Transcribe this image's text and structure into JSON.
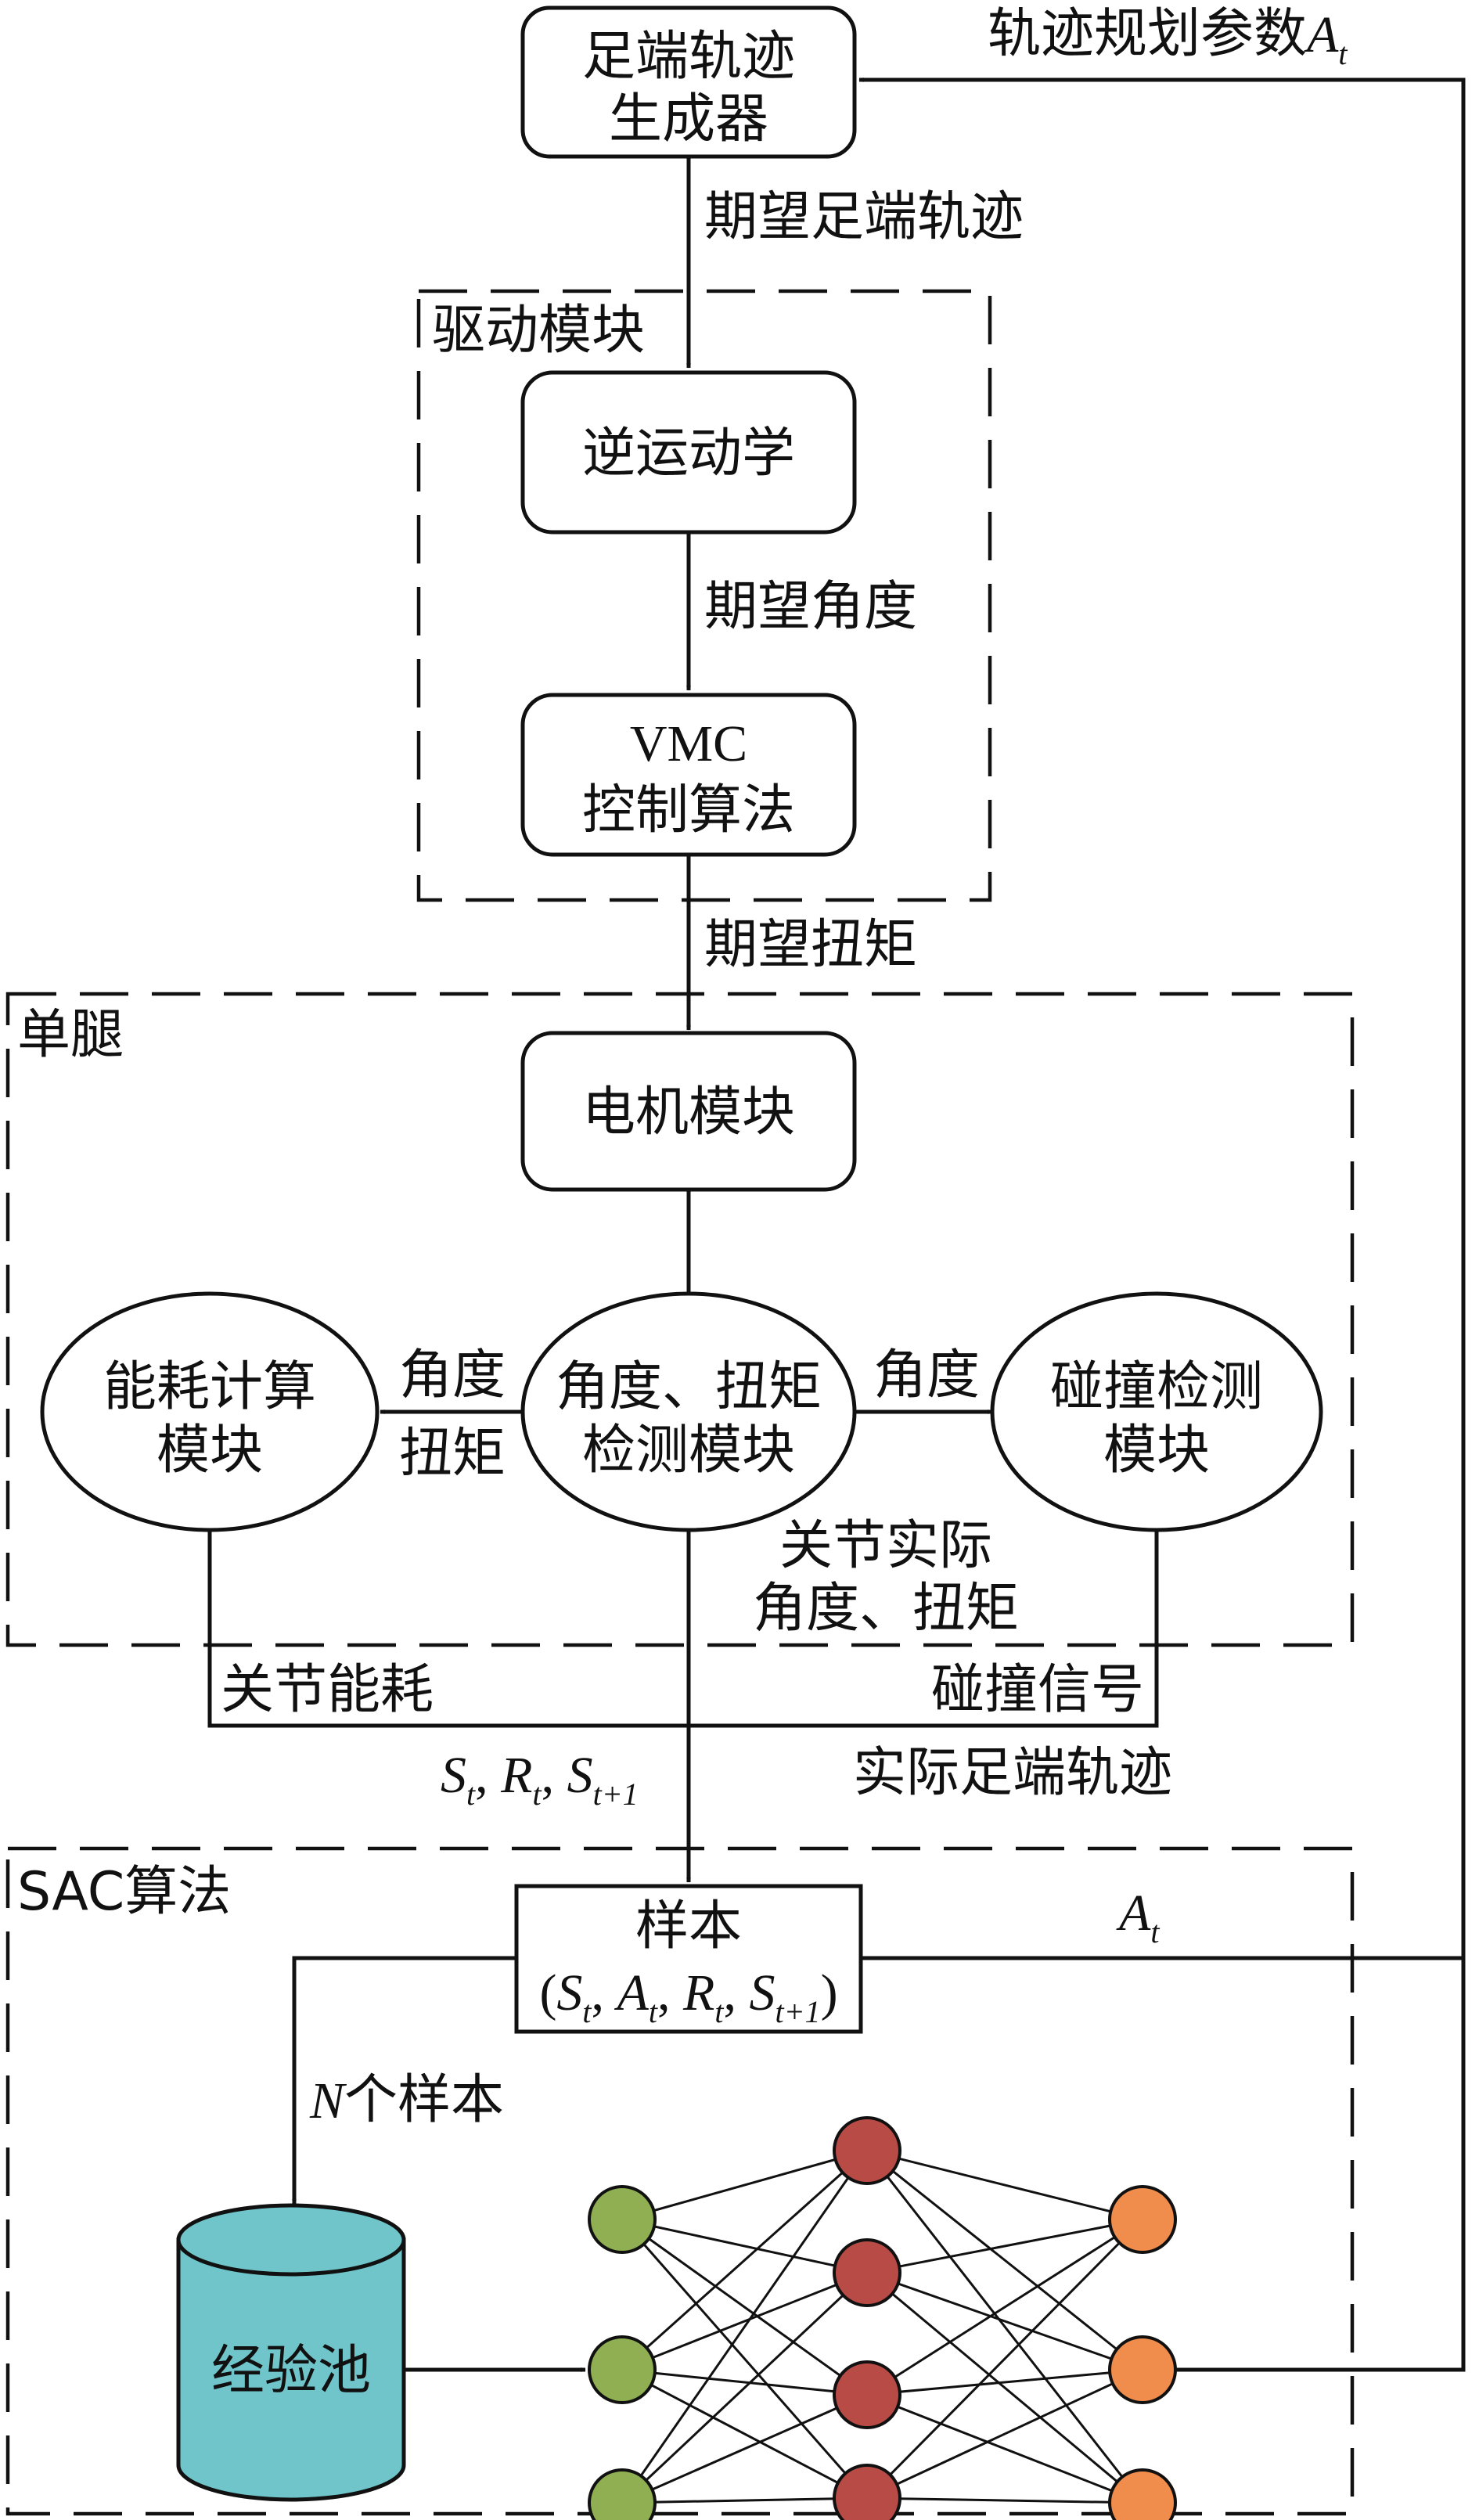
{
  "nodes": {
    "foot_traj_gen": [
      "足端轨迹",
      "生成器"
    ],
    "inverse_kin": "逆运动学",
    "vmc": [
      "VMC",
      "控制算法"
    ],
    "motor": "电机模块",
    "energy": [
      "能耗计算",
      "模块"
    ],
    "sense": [
      "角度、扭矩",
      "检测模块"
    ],
    "collision": [
      "碰撞检测",
      "模块"
    ],
    "sample_title": "样本",
    "sample_tuple": {
      "open": "(",
      "s": "S",
      "t": "t",
      "a": "A",
      "r": "R",
      "t1": "t+1",
      "close": ")",
      "sep": ", "
    },
    "replay": "经验池"
  },
  "groups": {
    "drive": "驱动模块",
    "leg": "单腿",
    "sac": "SAC算法"
  },
  "edges": {
    "desired_traj": "期望足端轨迹",
    "desired_angle": "期望角度",
    "desired_torque": "期望扭矩",
    "angle_left": "角度",
    "torque_left": "扭矩",
    "angle_right": "角度",
    "joint_actual": [
      "关节实际",
      "角度、扭矩"
    ],
    "joint_energy": "关节能耗",
    "collision_signal": "碰撞信号",
    "actual_traj": "实际足端轨迹",
    "state_reward": {
      "s": "S",
      "r": "R",
      "t": "t",
      "t1": "t+1",
      "sep": ", "
    },
    "n_samples": {
      "n": "N",
      "text": "个样本"
    },
    "action": {
      "a": "A",
      "t": "t"
    },
    "traj_params": {
      "text": "轨迹规划参数",
      "a": "A",
      "t": "t"
    }
  },
  "network": {
    "layers": [
      3,
      4,
      3
    ],
    "colors": [
      "#8faf52",
      "#b84b45",
      "#f08c4c"
    ]
  },
  "colors": {
    "replay_fill": "#6fc5c9"
  }
}
